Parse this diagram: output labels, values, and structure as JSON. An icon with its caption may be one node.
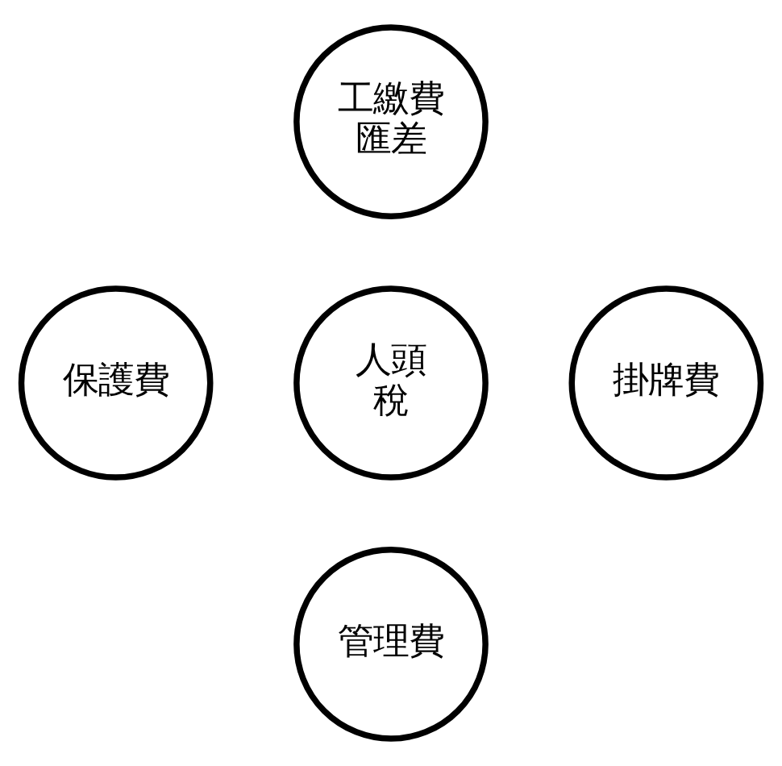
{
  "diagram": {
    "nodes": [
      {
        "text": [
          "工繳費匯差"
        ]
      },
      {
        "text": [
          "保護費"
        ]
      },
      {
        "text": [
          "人頭稅"
        ]
      },
      {
        "text": [
          "掛牌費"
        ]
      },
      {
        "text": [
          "管理費"
        ]
      }
    ]
  }
}
